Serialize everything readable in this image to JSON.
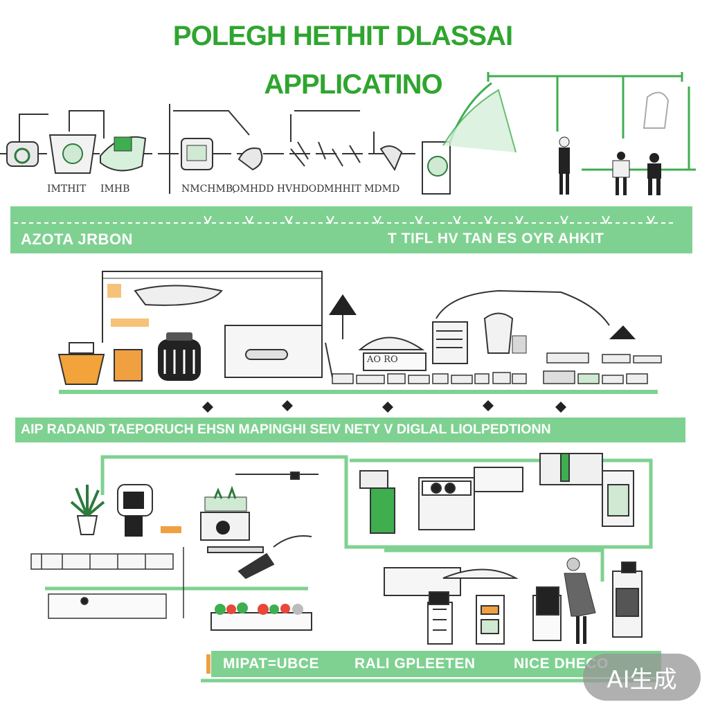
{
  "title": {
    "line1": "POLEGH HETHIT DLASSAI",
    "line2": "APPLICATINO"
  },
  "captions": {
    "cap1": "IMTHIT",
    "cap2": "IMHB",
    "cap3": "NMCHMB,",
    "cap4": "OMHDD HVHDOD",
    "cap5": "MHHIT MDMD",
    "oven_label": "AO RO"
  },
  "bands": {
    "band1_left": "AZOTA JRBON",
    "band1_right": "T TIFL HV TAN ES OYR AHKIT",
    "band2": "AIP RADAND TAEPORUCH EHSN MAPINGHI SEIV NETY V DIGLAL LIOLPEDTIONN",
    "band3_left": "MIPAT=UBCE",
    "band3_mid": "RALI GPLEETEN",
    "band3_right": "NICE DHECO"
  },
  "badge": "AI生成",
  "colors": {
    "accent_green": "#2fa52f",
    "band_green": "#7fd191",
    "line_green": "#3fae4f",
    "orange": "#f0a040"
  },
  "icons": [
    "gear-icon",
    "fan-icon",
    "arrow-icon",
    "diamond-icon",
    "plant-icon",
    "person-icon",
    "oven-icon",
    "pot-icon",
    "jar-icon",
    "cart-icon",
    "lamp-icon",
    "vegetable-icon"
  ]
}
